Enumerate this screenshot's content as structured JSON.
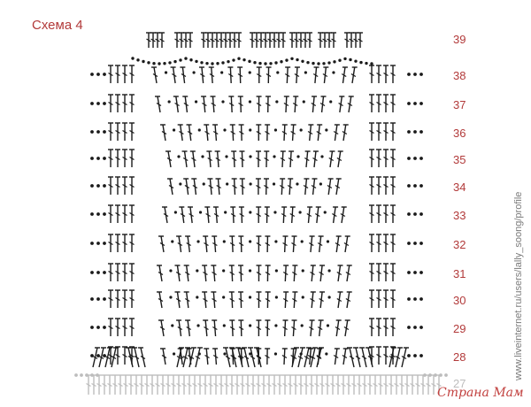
{
  "title": "Схема 4",
  "rows": [
    {
      "label": "39",
      "faded": false
    },
    {
      "label": "38",
      "faded": false
    },
    {
      "label": "37",
      "faded": false
    },
    {
      "label": "36",
      "faded": false
    },
    {
      "label": "35",
      "faded": false
    },
    {
      "label": "34",
      "faded": false
    },
    {
      "label": "33",
      "faded": false
    },
    {
      "label": "32",
      "faded": false
    },
    {
      "label": "31",
      "faded": false
    },
    {
      "label": "30",
      "faded": false
    },
    {
      "label": "29",
      "faded": false
    },
    {
      "label": "28",
      "faded": false
    },
    {
      "label": "27",
      "faded": true
    }
  ],
  "watermark_vertical": "www.liveinternet.ru/users/lally_soong/profile",
  "watermark_brand": "Страна Мам",
  "colors": {
    "label": "#b23a3a",
    "stitch": "#1a1a1a",
    "faded_stitch": "#bdbdbd",
    "watermark": "#c2413f"
  }
}
